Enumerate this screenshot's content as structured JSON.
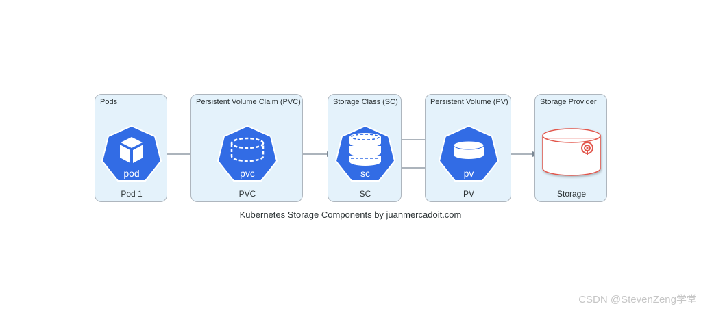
{
  "diagram": {
    "caption": "Kubernetes Storage Components by juanmercadoit.com",
    "clusters": [
      {
        "id": "pods",
        "title": "Pods",
        "node": {
          "icon": "k8s-pod-icon",
          "glyph": "pod",
          "label": "Pod 1"
        }
      },
      {
        "id": "pvc",
        "title": "Persistent Volume Claim (PVC)",
        "node": {
          "icon": "k8s-pvc-icon",
          "glyph": "pvc",
          "label": "PVC"
        }
      },
      {
        "id": "sc",
        "title": "Storage Class (SC)",
        "node": {
          "icon": "k8s-storage-class-icon",
          "glyph": "sc",
          "label": "SC"
        }
      },
      {
        "id": "pv",
        "title": "Persistent Volume (PV)",
        "node": {
          "icon": "k8s-pv-icon",
          "glyph": "pv",
          "label": "PV"
        }
      },
      {
        "id": "provider",
        "title": "Storage Provider",
        "node": {
          "icon": "storage-cylinder-icon",
          "label": "Storage"
        }
      }
    ],
    "edges": [
      {
        "from": "Pod 1",
        "to": "PVC"
      },
      {
        "from": "PVC",
        "to": "SC"
      },
      {
        "from": "PV",
        "to": "SC"
      },
      {
        "from": "SC",
        "to": "PV"
      },
      {
        "from": "PV",
        "to": "Storage"
      }
    ],
    "colors": {
      "k8s_blue": "#326ce5",
      "cluster_bg": "#e4f2fb",
      "edge": "#7b8894",
      "storage_red": "#e2574c"
    }
  },
  "watermark": "CSDN @StevenZeng学堂"
}
